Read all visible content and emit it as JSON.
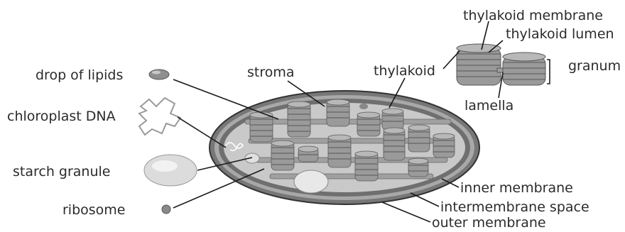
{
  "labels": {
    "drop_of_lipids": "drop of lipids",
    "chloroplast_dna": "chloroplast DNA",
    "starch_granule": "starch granule",
    "ribosome": "ribosome",
    "stroma": "stroma",
    "thylakoid": "thylakoid",
    "thylakoid_membrane": "thylakoid membrane",
    "thylakoid_lumen": "thylakoid lumen",
    "granum": "granum",
    "lamella": "lamella",
    "inner_membrane": "inner membrane",
    "intermembrane_space": "intermembrane space",
    "outer_membrane": "outer membrane"
  },
  "colors": {
    "outer_membrane": "#6f6f6f",
    "stroma": "#c9c9c9",
    "thylakoid": "#9a9a9a",
    "label_text": "#2b2b2b"
  }
}
